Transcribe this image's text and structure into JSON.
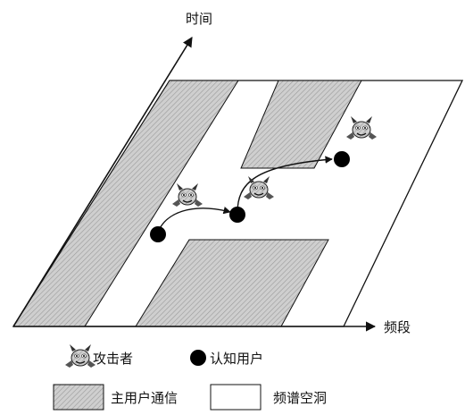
{
  "axes": {
    "time_label": "时间",
    "frequency_label": "频段"
  },
  "legend": {
    "attacker_label": "攻击者",
    "cognitive_user_label": "认知用户",
    "primary_user_label": "主用户通信",
    "spectrum_hole_label": "频谱空洞"
  },
  "colors": {
    "primary_user_fill": "#c8c8c8",
    "outline": "#111111",
    "cognitive_user": "#000000",
    "attacker": "#444444"
  },
  "icons": {
    "attacker": "devil-icon",
    "cognitive_user": "filled-circle-icon"
  }
}
